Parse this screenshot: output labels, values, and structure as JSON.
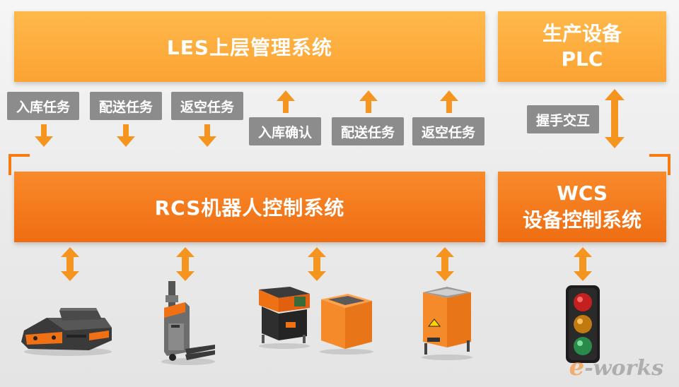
{
  "top": {
    "les_title": "LES上层管理系统",
    "plc_line1": "生产设备",
    "plc_line2": "PLC"
  },
  "middle": {
    "rcs_title": "RCS机器人控制系统",
    "wcs_line1": "WCS",
    "wcs_line2": "设备控制系统"
  },
  "down_labels": [
    "入库任务",
    "配送任务",
    "返空任务"
  ],
  "up_labels": [
    "入库确认",
    "配送任务",
    "返空任务"
  ],
  "handshake_label": "握手交互",
  "devices": [
    "agv-robot-icon",
    "forklift-robot-icon",
    "roller-lift-module-icon",
    "lift-module-icon",
    "conveyor-top-module-icon",
    "traffic-light-icon"
  ],
  "watermark": {
    "prefix": "e",
    "text": "-works"
  },
  "colors": {
    "les": "#fba334",
    "rcs": "#f07014",
    "label": "#8c8c8c",
    "arrow": "#f5941e",
    "frame": "#f57c14"
  }
}
